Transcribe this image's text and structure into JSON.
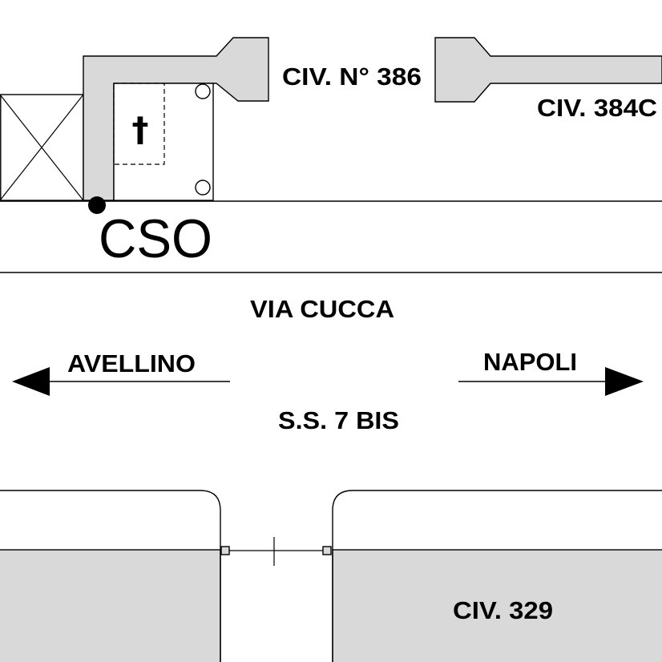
{
  "map": {
    "labels": {
      "civ_386": "CIV. N° 386",
      "civ_384c": "CIV. 384C",
      "cso": "CSO",
      "street_name": "VIA CUCCA",
      "road": "S.S. 7 BIS",
      "civ_329": "CIV. 329",
      "chapel_cross": "†"
    },
    "directions": {
      "left": {
        "label": "AVELLINO",
        "icon": "arrow-left-icon"
      },
      "right": {
        "label": "NAPOLI",
        "icon": "arrow-right-icon"
      }
    },
    "markers": {
      "cso_point": "dot-marker-icon"
    },
    "colors": {
      "wall_fill": "#d9d9d9",
      "line": "#000000",
      "background": "#ffffff"
    }
  }
}
